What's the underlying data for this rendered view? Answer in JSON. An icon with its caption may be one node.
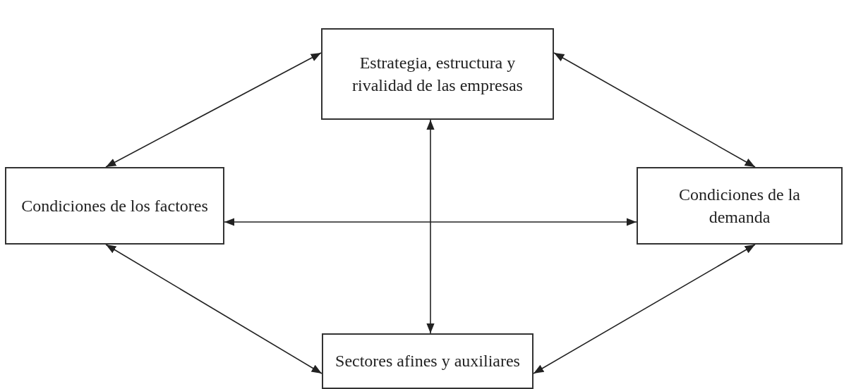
{
  "diagram": {
    "nodes": [
      {
        "text": [
          "Estrategia, estructura y rivalidad de las empresas"
        ]
      },
      {
        "text": [
          "Condiciones de los factores"
        ]
      },
      {
        "text": [
          "Condiciones de la demanda"
        ]
      },
      {
        "text": [
          "Sectores afines y auxiliares"
        ]
      }
    ],
    "edges": [
      {
        "from": 0,
        "to": 1,
        "arrow": "both"
      },
      {
        "from": 0,
        "to": 2,
        "arrow": "both"
      },
      {
        "from": 1,
        "to": 2,
        "arrow": "both"
      },
      {
        "from": 0,
        "to": 3,
        "arrow": "both"
      },
      {
        "from": 1,
        "to": 3,
        "arrow": "both"
      },
      {
        "from": 2,
        "to": 3,
        "arrow": "both"
      }
    ]
  }
}
